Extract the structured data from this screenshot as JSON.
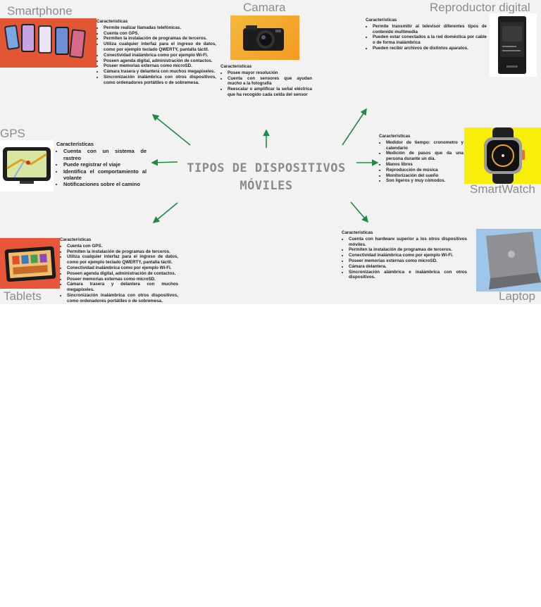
{
  "title": "TIPOS DE DISPOSITIVOS MÓVILES",
  "arrow_color": "#1e8a44",
  "nodes": {
    "smartphone": {
      "label": "Smartphone",
      "heading": "Características",
      "items": [
        "Permite realizar llamadas telefónicas.",
        "Cuenta con GPS.",
        "Permiten la instalación de programas de terceros.",
        "Utiliza cualquier interfaz para el ingreso de datos, como por ejemplo teclado QWERTY, pantalla táctil.",
        "Conectividad inalámbrica como por ejemplo Wi-Fi.",
        "Poseen agenda digital, administración de contactos.",
        "Poseer memorias externas como microSD.",
        "Cámara trasera y delantera con muchos megapíxeles.",
        "Sincronización inalámbrica con otros dispositivos, como ordenadores portátiles o de sobremesa."
      ]
    },
    "camara": {
      "label": "Camara",
      "heading": "Características",
      "items": [
        "Posee mayor resolución",
        "Cuenta con sensores que ayudan mucho a la fotografía",
        "Reescalar o amplificar la señal eléctrica que ha recogido cada celda del sensor"
      ]
    },
    "reproductor": {
      "label": "Reproductor digital",
      "heading": "Características",
      "items": [
        "Permite transmitir al televisor diferentes tipos de contenido multimedia",
        "Pueden estar conectados a la red doméstica por cable o de forma inalámbrica",
        "Pueden recibir archivos de distintos aparatos."
      ]
    },
    "gps": {
      "label": "GPS",
      "heading": "Características",
      "items": [
        "Cuenta con un sistema de rastreo",
        "Puede registrar el viaje",
        "Identifica el comportamiento al volante",
        "Notificaciones sobre el camino"
      ]
    },
    "smartwatch": {
      "label": "SmartWatch",
      "heading": "Características",
      "items": [
        "Medidor de tiempo: cronometro y calendario",
        "Medición de pasos que da una persona durante un día.",
        "Manos libres",
        "Reproducción de música",
        "Monitorización del sueño",
        "Son ligeros y muy cómodos."
      ]
    },
    "tablets": {
      "label": "Tablets",
      "heading": "Características",
      "items": [
        "Cuenta con GPS.",
        "Permiten la instalación de programas de terceros.",
        "Utiliza cualquier interfaz para el ingreso de datos, como por ejemplo teclado QWERTY, pantalla táctil.",
        "Conectividad inalámbrica como por ejemplo Wi-Fi.",
        "Poseen agenda digital, administración de contactos.",
        "Poseer memorias externas como microSD.",
        "Cámara trasera y delantera con muchos megapíxeles.",
        "Sincronización inalámbrica con otros dispositivos, como ordenadores portátiles o de sobremesa."
      ]
    },
    "laptop": {
      "label": "Laptop",
      "heading": "Características",
      "items": [
        "Cuenta con hardware superior a los otros dispositivos móviles.",
        "Permiten la instalación de programas de terceros.",
        "Conectividad inalámbrica como por ejemplo Wi-Fi.",
        "Poseer memorias externas como microSD.",
        "Cámara delantera.",
        "Sincronización alámbrica e inalámbrica con otros dispositivos."
      ]
    }
  }
}
